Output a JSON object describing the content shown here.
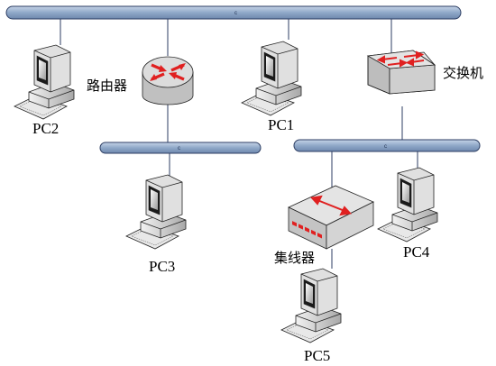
{
  "labels": {
    "pc1": "PC1",
    "pc2": "PC2",
    "pc3": "PC3",
    "pc4": "PC4",
    "pc5": "PC5",
    "router": "路由器",
    "switch": "交换机",
    "hub": "集线器",
    "bus_marker": "c"
  },
  "colors": {
    "bus_fill": "#8fa8c8",
    "bus_stroke": "#2d3e63",
    "link": "#2d3e63",
    "router_body": "#c8c8c8",
    "router_top": "#d8d8d8",
    "router_arrows": "#e02020",
    "switch_body": "#cccccc",
    "hub_body": "#d0d0d0",
    "hub_ports": "#e02020"
  },
  "icons": [
    "computer-icon",
    "router-icon",
    "switch-icon",
    "hub-icon"
  ]
}
